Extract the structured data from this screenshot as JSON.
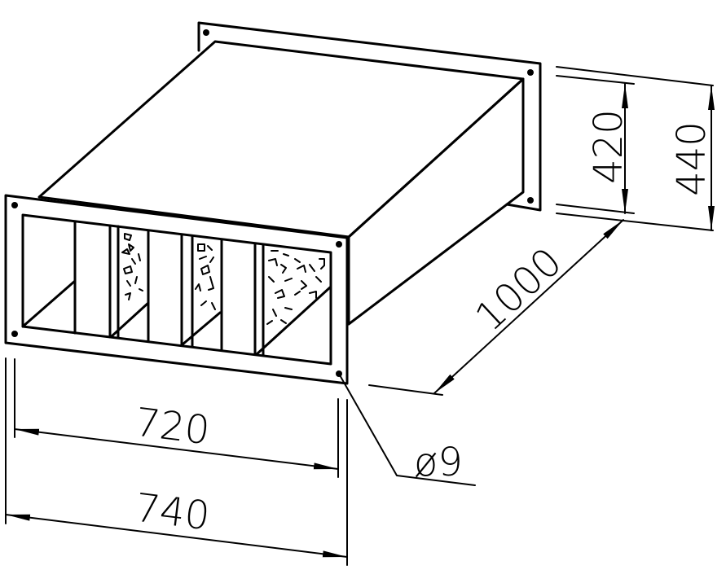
{
  "dimensions": {
    "inner_width": "720",
    "outer_width": "740",
    "inner_height": "420",
    "outer_height": "440",
    "length": "1000",
    "hole_diameter": "ø9"
  },
  "colors": {
    "line": "#000000",
    "background": "#ffffff"
  }
}
